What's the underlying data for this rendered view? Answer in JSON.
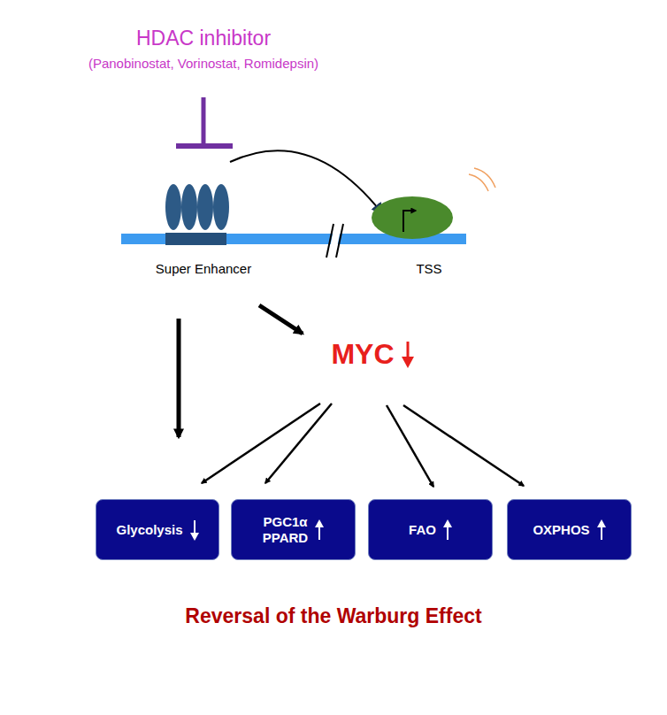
{
  "diagram": {
    "caption": "Reversal of the Warburg Effect",
    "nodes": [
      {
        "text": [
          "Glycolysis"
        ]
      },
      {
        "text": [
          "PGC1α PPARD"
        ]
      },
      {
        "text": [
          "FAO"
        ]
      },
      {
        "text": [
          "OXPHOS"
        ]
      }
    ],
    "labels": [
      "HDAC inhibitor",
      "(Panobinostat, Vorinostat, Romidepsin)",
      "Super Enhancer",
      "TSS",
      "MYC"
    ]
  }
}
